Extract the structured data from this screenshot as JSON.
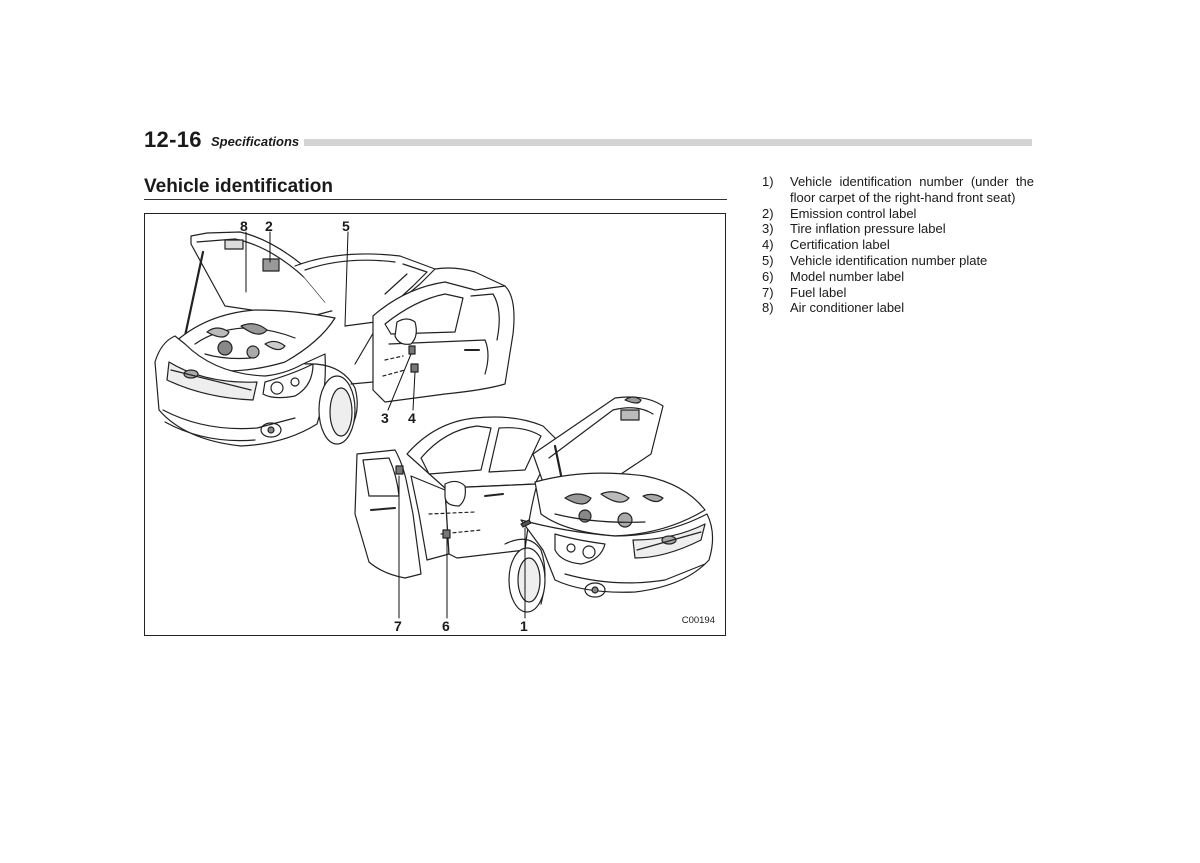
{
  "header": {
    "page_number": "12-16",
    "section": "Specifications"
  },
  "title": "Vehicle identification",
  "figure": {
    "code": "C00194",
    "callouts": {
      "c1": "1",
      "c2": "2",
      "c3": "3",
      "c4": "4",
      "c5": "5",
      "c6": "6",
      "c7": "7",
      "c8": "8"
    }
  },
  "legend": [
    {
      "num": "1)",
      "text": "Vehicle identification number (under the floor carpet of the right-hand front seat)"
    },
    {
      "num": "2)",
      "text": "Emission control label"
    },
    {
      "num": "3)",
      "text": "Tire inflation pressure label"
    },
    {
      "num": "4)",
      "text": "Certification label"
    },
    {
      "num": "5)",
      "text": "Vehicle identification number plate"
    },
    {
      "num": "6)",
      "text": "Model number label"
    },
    {
      "num": "7)",
      "text": "Fuel label"
    },
    {
      "num": "8)",
      "text": "Air conditioner label"
    }
  ]
}
